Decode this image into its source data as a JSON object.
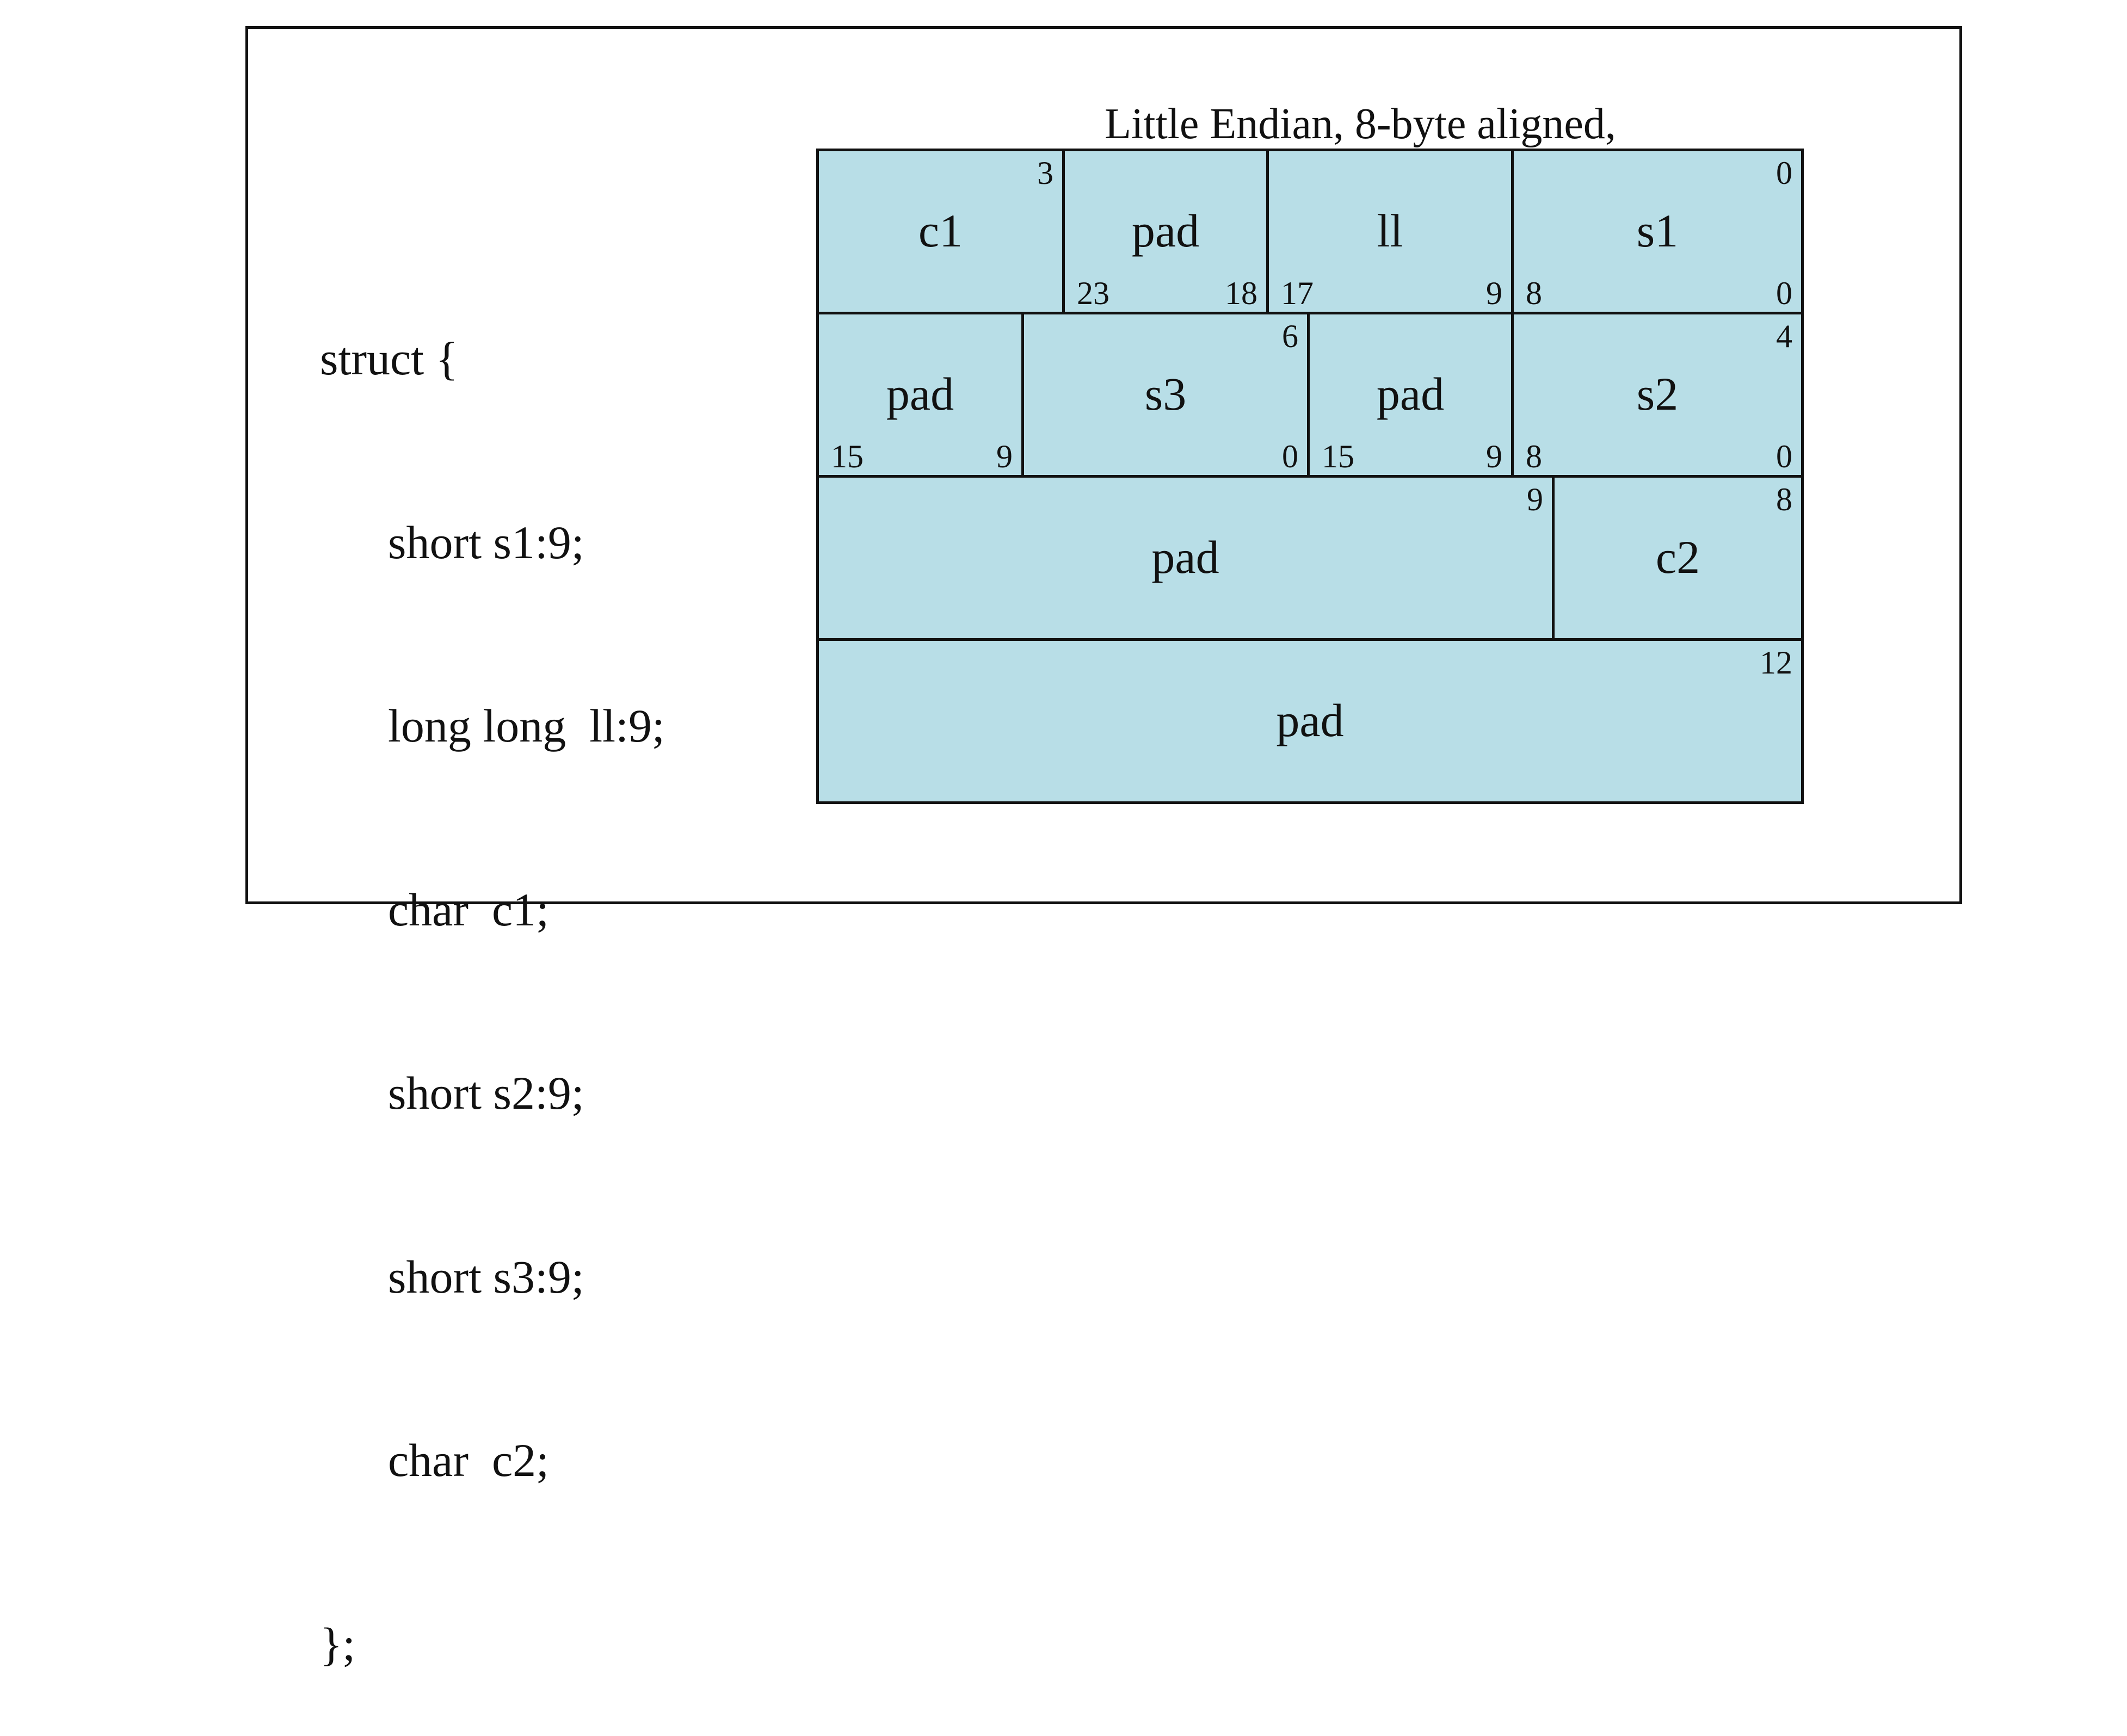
{
  "title": "Little Endian, 8-byte aligned,",
  "code_lines": [
    "struct {",
    "short s1:9;",
    "long long  ll:9;",
    "char  c1;",
    "short s2:9;",
    "short s3:9;",
    "char  c2;",
    "};"
  ],
  "fill_color": "#b8dee7",
  "rows": [
    [
      {
        "label": "c1",
        "top_right": "3",
        "bottom_left": "",
        "bottom_right": ""
      },
      {
        "label": "pad",
        "top_right": "",
        "bottom_left": "23",
        "bottom_right": "18"
      },
      {
        "label": "ll",
        "top_right": "",
        "bottom_left": "17",
        "bottom_right": "9"
      },
      {
        "label": "s1",
        "top_right": "0",
        "bottom_left": "8",
        "bottom_right": "0"
      }
    ],
    [
      {
        "label": "pad",
        "top_right": "",
        "bottom_left": "15",
        "bottom_right": "9"
      },
      {
        "label": "s3",
        "top_right": "6",
        "bottom_left": "",
        "bottom_right": "0"
      },
      {
        "label": "pad",
        "top_right": "",
        "bottom_left": "15",
        "bottom_right": "9"
      },
      {
        "label": "s2",
        "top_right": "4",
        "bottom_left": "8",
        "bottom_right": "0"
      }
    ],
    [
      {
        "label": "pad",
        "top_right": "9",
        "bottom_left": "",
        "bottom_right": ""
      },
      {
        "label": "c2",
        "top_right": "8",
        "bottom_left": "",
        "bottom_right": ""
      }
    ],
    [
      {
        "label": "pad",
        "top_right": "12",
        "bottom_left": "",
        "bottom_right": ""
      }
    ]
  ]
}
